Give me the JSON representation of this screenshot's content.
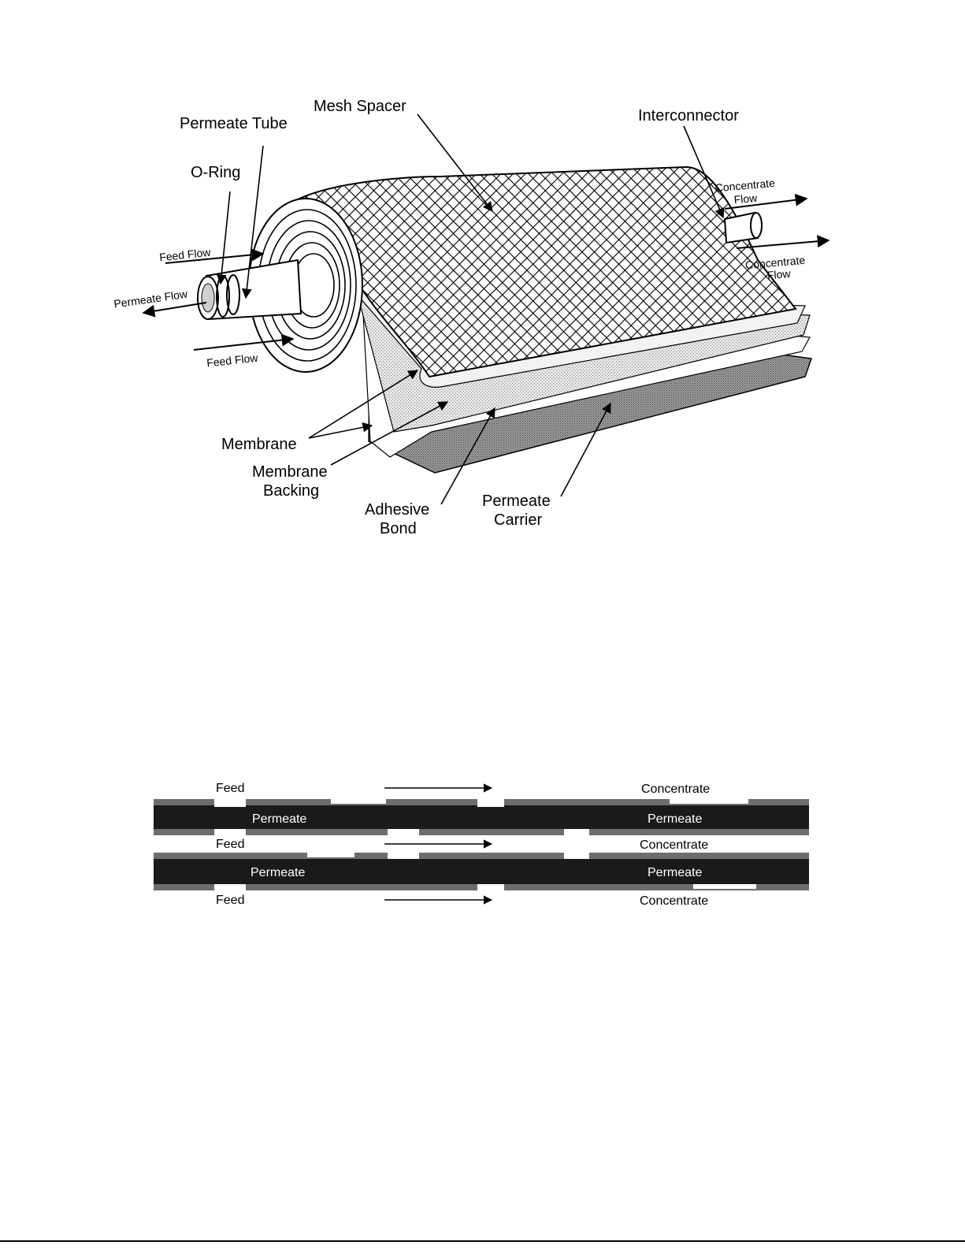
{
  "figure1": {
    "labels": {
      "mesh_spacer": "Mesh Spacer",
      "permeate_tube": "Permeate Tube",
      "o_ring": "O-Ring",
      "interconnector": "Interconnector",
      "concentrate_flow_1_line1": "Concentrate",
      "concentrate_flow_1_line2": "Flow",
      "concentrate_flow_2_line1": "Concentrate",
      "concentrate_flow_2_line2": "Flow",
      "feed_flow_top": "Feed Flow",
      "feed_flow_bottom": "Feed Flow",
      "permeate_flow": "Permeate Flow",
      "membrane": "Membrane",
      "membrane_backing_line1": "Membrane",
      "membrane_backing_line2": "Backing",
      "adhesive_bond_line1": "Adhesive",
      "adhesive_bond_line2": "Bond",
      "permeate_carrier_line1": "Permeate",
      "permeate_carrier_line2": "Carrier"
    }
  },
  "figure2": {
    "feed_label": "Feed",
    "concentrate_label": "Concentrate",
    "permeate_label": "Permeate"
  }
}
